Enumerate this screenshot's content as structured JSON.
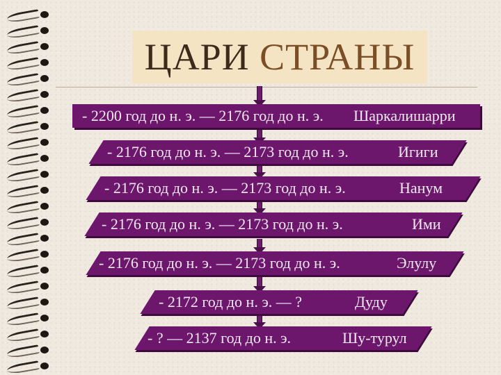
{
  "title": {
    "word1": "ЦАРИ",
    "word2": "СТРАНЫ"
  },
  "colors": {
    "box_fill": "#6c176c",
    "box_shadow": "#3e0a3e",
    "text_on_box": "#f4eaf4",
    "title_background": "#f4e4c4",
    "title_word1": "#3e2a1a",
    "title_word2": "#7a4e26",
    "slide_background": "#efe9df"
  },
  "rulers": [
    {
      "period": "- 2200 год до н. э. — 2176 год до н. э.",
      "name": "Шаркалишарри"
    },
    {
      "period": "- 2176 год до н. э. — 2173 год до н. э.",
      "name": "Игиги"
    },
    {
      "period": "- 2176 год до н. э. — 2173 год до н. э.",
      "name": "Нанум"
    },
    {
      "period": "- 2176 год до н. э. — 2173 год до н. э.",
      "name": "Ими"
    },
    {
      "period": "- 2176 год до н. э. — 2173 год до н. э.",
      "name": "Элулу"
    },
    {
      "period": "- 2172 год до н. э. — ?",
      "name": "Дуду"
    },
    {
      "period": "- ? — 2137 год до н. э.",
      "name": "Шу-турул"
    }
  ]
}
